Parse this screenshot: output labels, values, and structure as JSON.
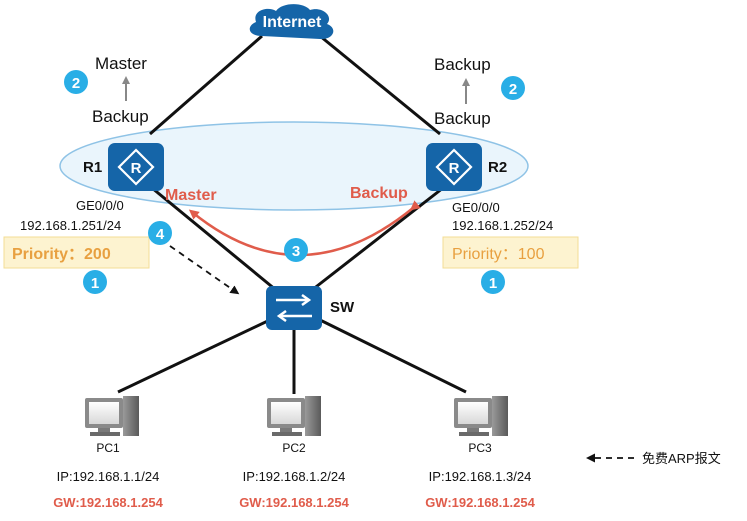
{
  "internet": {
    "label": "Internet"
  },
  "routers": {
    "r1": {
      "name": "R1",
      "state_before": "Backup",
      "state_after": "Master",
      "interface": "GE0/0/0",
      "ip": "192.168.1.251/24",
      "priority_text": "Priority：200",
      "role_label": "Master"
    },
    "r2": {
      "name": "R2",
      "state_before": "Backup",
      "state_after": "Backup",
      "interface": "GE0/0/0",
      "ip": "192.168.1.252/24",
      "priority_text": "Priority：100",
      "role_label": "Backup"
    }
  },
  "switch": {
    "name": "SW"
  },
  "steps": {
    "s1": "1",
    "s2": "2",
    "s3": "3",
    "s4": "4"
  },
  "pcs": [
    {
      "name": "PC1",
      "ip": "IP:192.168.1.1/24",
      "gw": "GW:192.168.1.254"
    },
    {
      "name": "PC2",
      "ip": "IP:192.168.1.2/24",
      "gw": "GW:192.168.1.254"
    },
    {
      "name": "PC3",
      "ip": "IP:192.168.1.3/24",
      "gw": "GW:192.168.1.254"
    }
  ],
  "legend": {
    "label": "免费ARP报文"
  },
  "colors": {
    "router_blue": "#1565a8",
    "step_blue": "#29aee6",
    "accent_red": "#e05c4b",
    "priority_bg": "#fdf3d0",
    "priority_text": "#e8a040",
    "vrrp_fill": "#eaf5fc",
    "vrrp_stroke": "#8fc3e6"
  }
}
